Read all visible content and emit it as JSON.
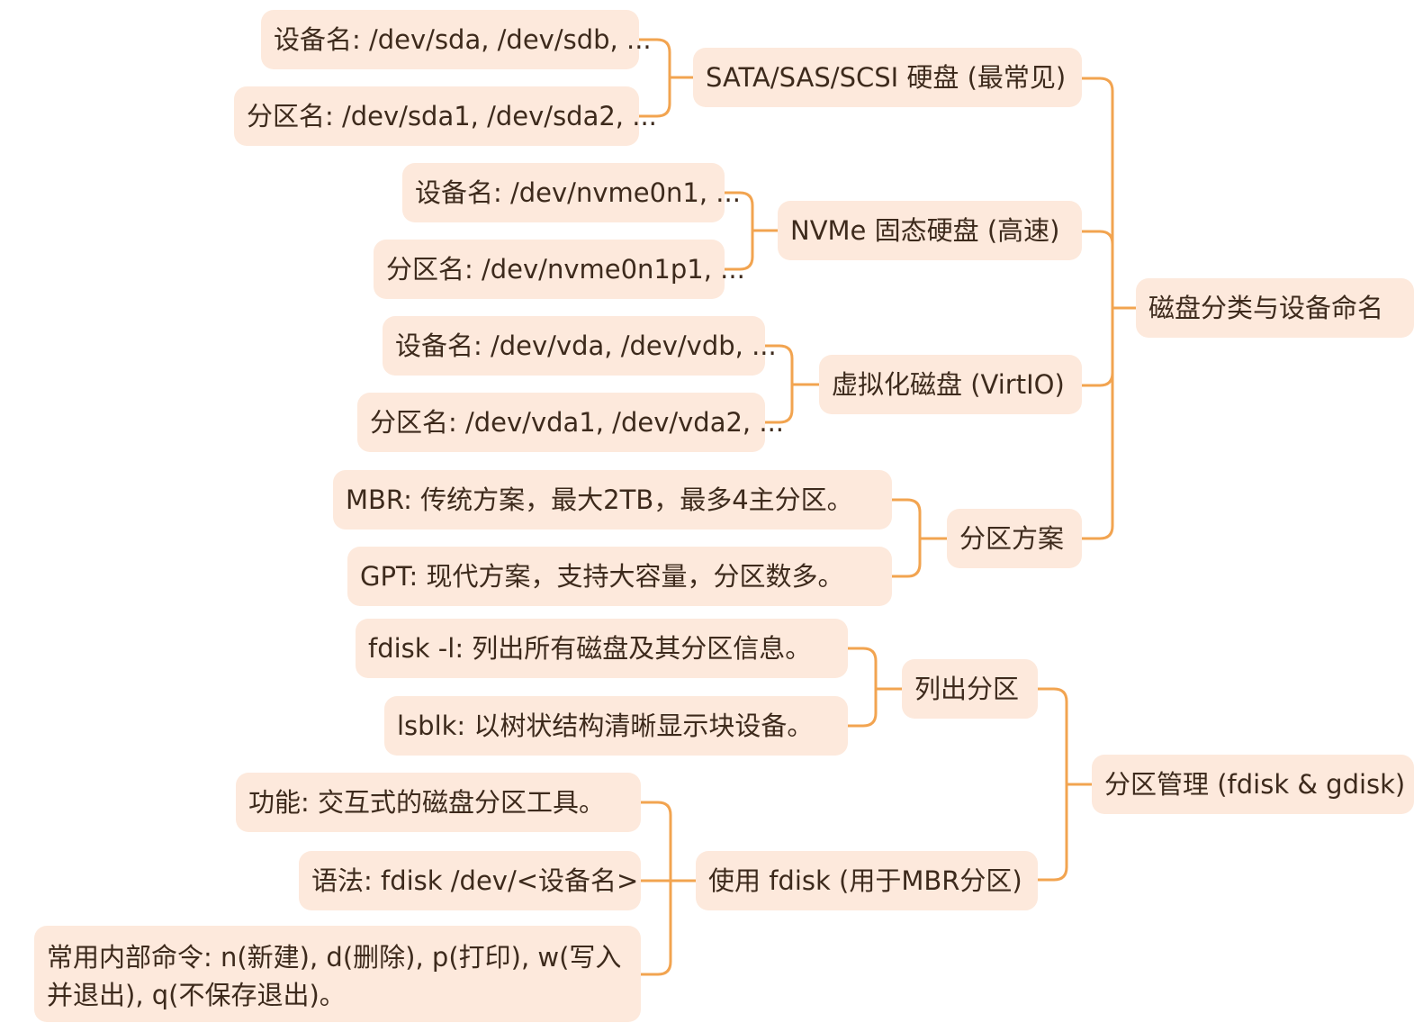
{
  "colors": {
    "node_bg": "#fde9dc",
    "connector": "#f2a450",
    "text": "#3d2a1c"
  },
  "root_disk": "磁盘分类与设备命名",
  "root_part": "分区管理 (fdisk & gdisk)",
  "sata": {
    "label": "SATA/SAS/SCSI 硬盘 (最常见)",
    "device": "设备名: /dev/sda, /dev/sdb, ...",
    "partition": "分区名: /dev/sda1, /dev/sda2, ..."
  },
  "nvme": {
    "label": "NVMe 固态硬盘 (高速)",
    "device": "设备名: /dev/nvme0n1, ...",
    "partition": "分区名: /dev/nvme0n1p1, ..."
  },
  "virtio": {
    "label": "虚拟化磁盘 (VirtIO)",
    "device": "设备名: /dev/vda, /dev/vdb, ...",
    "partition": "分区名: /dev/vda1, /dev/vda2, ..."
  },
  "scheme": {
    "label": "分区方案",
    "mbr": "MBR: 传统方案，最大2TB，最多4主分区。",
    "gpt": "GPT: 现代方案，支持大容量，分区数多。"
  },
  "list": {
    "label": "列出分区",
    "fdisk_l": "fdisk -l: 列出所有磁盘及其分区信息。",
    "lsblk": "lsblk: 以树状结构清晰显示块设备。"
  },
  "fdisk": {
    "label": "使用 fdisk (用于MBR分区)",
    "function": "功能: 交互式的磁盘分区工具。",
    "syntax": "语法: fdisk /dev/<设备名>",
    "commands": "常用内部命令: n(新建), d(删除), p(打印), w(写入并退出), q(不保存退出)。"
  }
}
